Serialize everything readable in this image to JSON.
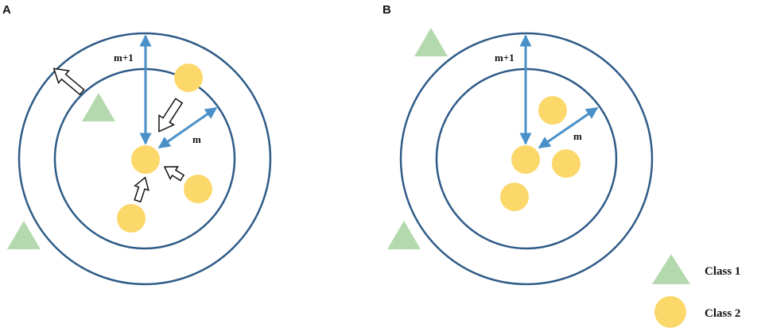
{
  "panel_a": {
    "letter": "A",
    "outer_margin_label": "m+1",
    "inner_margin_label": "m"
  },
  "panel_b": {
    "letter": "B",
    "outer_margin_label": "m+1",
    "inner_margin_label": "m"
  },
  "legend": {
    "class1": {
      "label": "Class 1",
      "shape": "triangle"
    },
    "class2": {
      "label": "Class 2",
      "shape": "circle"
    }
  },
  "colors": {
    "circle_stroke": "#2e5b87",
    "arrow": "#4a90c8",
    "class1_fill": "#b5d9ae",
    "class2_fill": "#fcd86a",
    "push_arrow_stroke": "#111111"
  }
}
